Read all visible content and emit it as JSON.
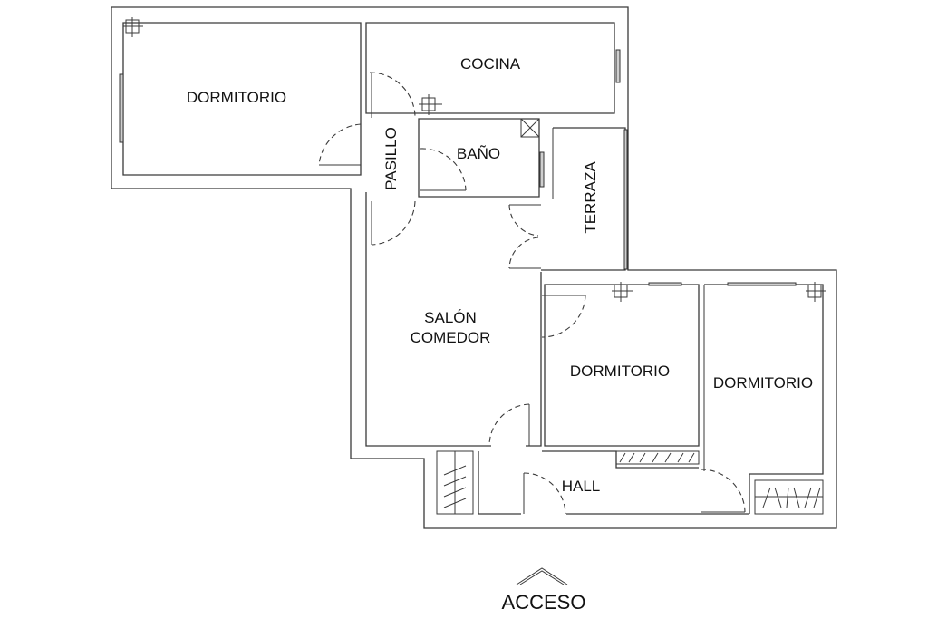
{
  "plan": {
    "type": "floor-plan",
    "rooms": [
      {
        "id": "dormitorio-1",
        "label": "DORMITORIO"
      },
      {
        "id": "cocina",
        "label": "COCINA"
      },
      {
        "id": "pasillo",
        "label": "PASILLO"
      },
      {
        "id": "bano",
        "label": "BAÑO"
      },
      {
        "id": "terraza",
        "label": "TERRAZA"
      },
      {
        "id": "salon",
        "label_line1": "SALÓN",
        "label_line2": "COMEDOR"
      },
      {
        "id": "dormitorio-2",
        "label": "DORMITORIO"
      },
      {
        "id": "dormitorio-3",
        "label": "DORMITORIO"
      },
      {
        "id": "hall",
        "label": "HALL"
      }
    ],
    "entrance": {
      "label": "ACCESO"
    }
  },
  "colors": {
    "line": "#3a3a3a",
    "background": "#ffffff",
    "text": "#111111"
  }
}
